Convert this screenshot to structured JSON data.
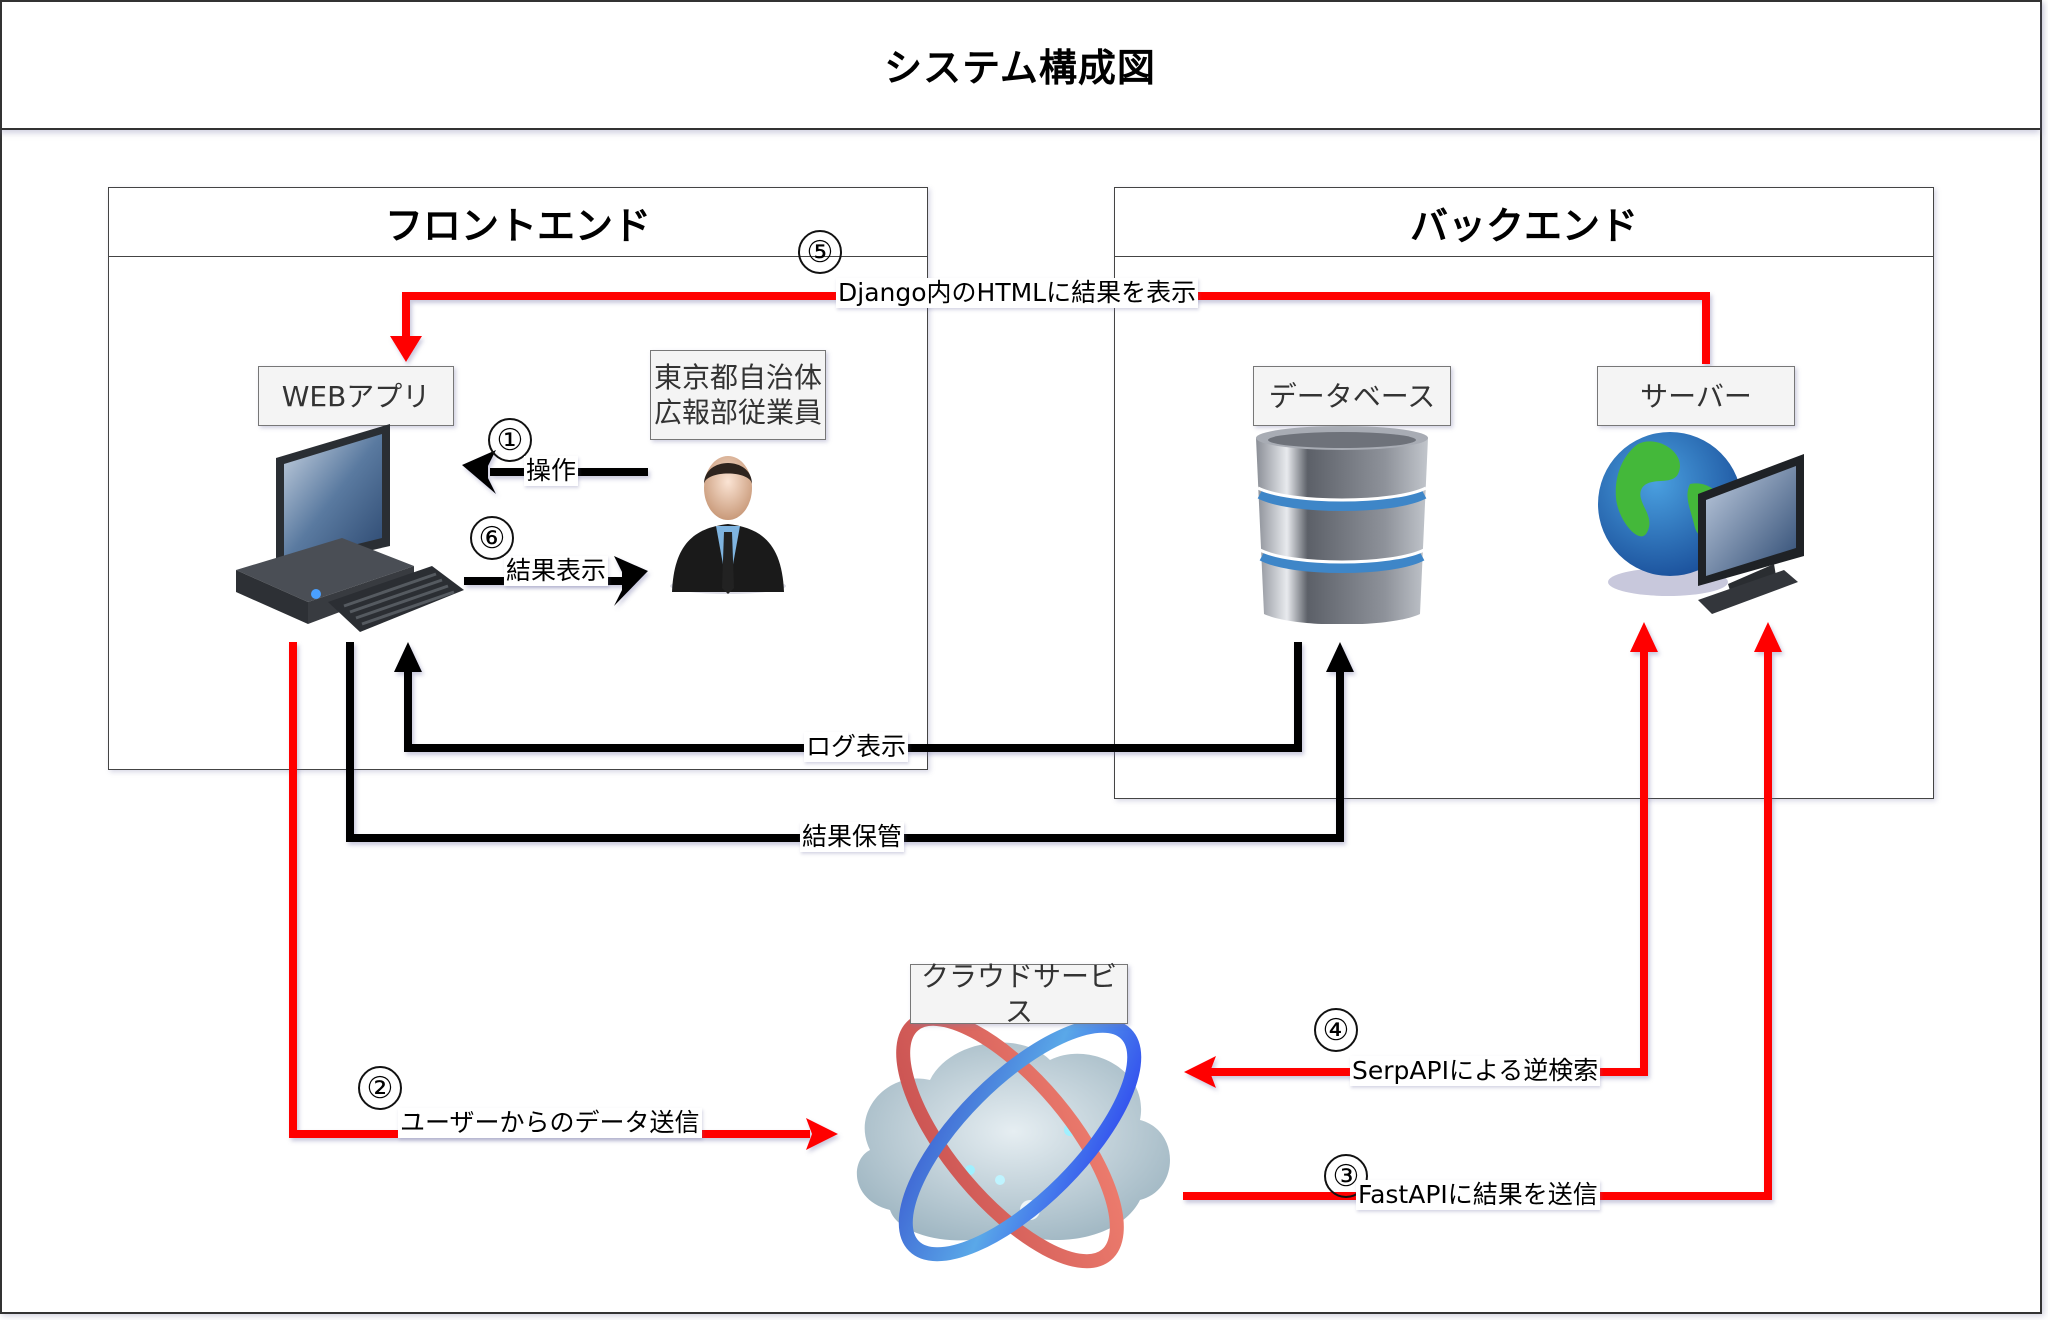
{
  "title": "システム構成図",
  "groups": {
    "frontend": {
      "label": "フロントエンド"
    },
    "backend": {
      "label": "バックエンド"
    }
  },
  "nodes": {
    "web_app": {
      "label": "WEBアプリ",
      "icon": "desktop-computer-icon"
    },
    "employee": {
      "label_line1": "東京都自治体",
      "label_line2": "広報部従業員",
      "icon": "businessman-icon"
    },
    "database": {
      "label": "データベース",
      "icon": "database-icon"
    },
    "server": {
      "label": "サーバー",
      "icon": "globe-server-icon"
    },
    "cloud": {
      "label": "クラウドサービス",
      "icon": "cloud-service-icon"
    }
  },
  "edges": [
    {
      "id": "operate",
      "step": "①",
      "label": "操作",
      "from": "employee",
      "to": "web_app",
      "color": "#000000"
    },
    {
      "id": "send_data",
      "step": "②",
      "label": "ユーザーからのデータ送信",
      "from": "web_app",
      "to": "cloud",
      "color": "#ff0000"
    },
    {
      "id": "fastapi",
      "step": "③",
      "label": "FastAPIに結果を送信",
      "from": "cloud",
      "to": "server",
      "color": "#ff0000"
    },
    {
      "id": "serpapi",
      "step": "④",
      "label": "SerpAPIによる逆検索",
      "from": "server",
      "to": "cloud",
      "color": "#ff0000"
    },
    {
      "id": "django",
      "step": "⑤",
      "label": "Django内のHTMLに結果を表示",
      "from": "server",
      "to": "web_app",
      "color": "#ff0000"
    },
    {
      "id": "show_result",
      "step": "⑥",
      "label": "結果表示",
      "from": "web_app",
      "to": "employee",
      "color": "#000000"
    },
    {
      "id": "log",
      "step": "",
      "label": "ログ表示",
      "from": "database",
      "to": "web_app",
      "color": "#000000"
    },
    {
      "id": "store",
      "step": "",
      "label": "結果保管",
      "from": "web_app",
      "to": "database",
      "color": "#000000"
    }
  ],
  "colors": {
    "red_flow": "#ff0000",
    "black_flow": "#000000"
  }
}
